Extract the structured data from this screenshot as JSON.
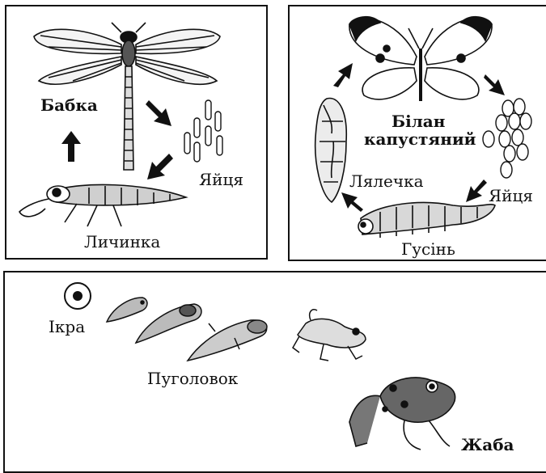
{
  "dragonfly_panel": {
    "adult": "Бабка",
    "eggs": "Яйця",
    "larva": "Личинка"
  },
  "butterfly_panel": {
    "adult_line1": "Білан",
    "adult_line2": "капустяний",
    "eggs": "Яйця",
    "pupa": "Лялечка",
    "caterpillar": "Гусінь"
  },
  "frog_panel": {
    "eggs": "Ікра",
    "tadpole": "Пуголовок",
    "adult": "Жаба"
  }
}
